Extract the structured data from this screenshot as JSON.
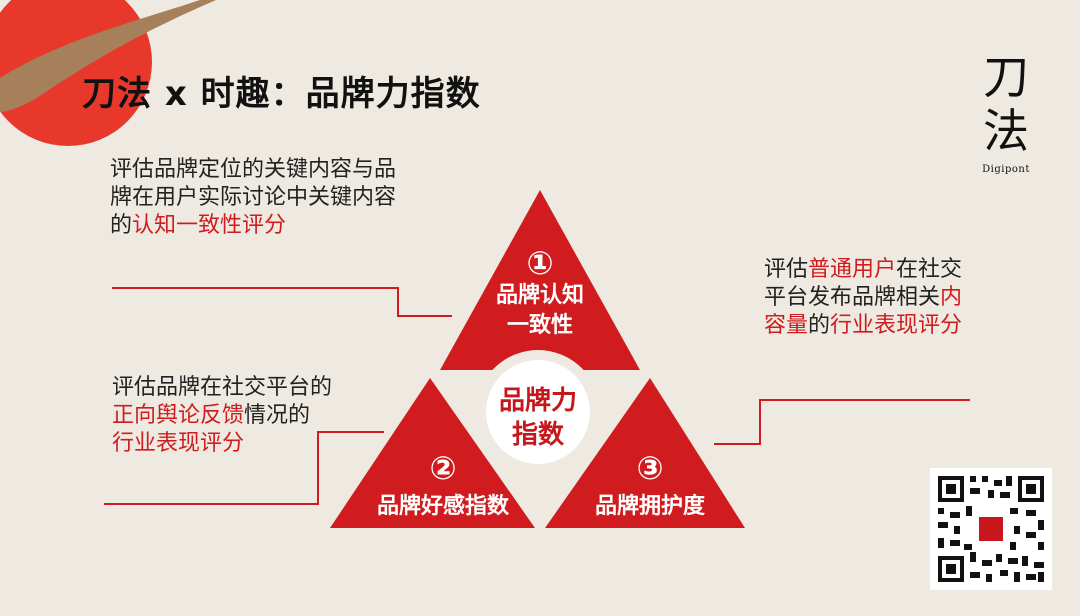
{
  "header": {
    "title": "刀法 x 时趣：品牌力指数"
  },
  "brand": {
    "logo_line1": "刀",
    "logo_line2": "法",
    "logo_en": "Digipont"
  },
  "colors": {
    "accent_red": "#d01c1f",
    "center_red": "#c8161d",
    "background": "#efeae1"
  },
  "diagram": {
    "center_label": [
      "品牌力",
      "指数"
    ],
    "segments": [
      {
        "number": "①",
        "label_lines": [
          "品牌认知",
          "一致性"
        ]
      },
      {
        "number": "②",
        "label_lines": [
          "品牌好感指数"
        ]
      },
      {
        "number": "③",
        "label_lines": [
          "品牌拥护度"
        ]
      }
    ]
  },
  "descriptions": {
    "d1": {
      "plain": "评估品牌定位的关键内容与品牌在用户实际讨论中关键内容的",
      "highlight": "认知一致性",
      "after": "评分"
    },
    "d2": {
      "p1": "评估",
      "h1": "普通用户",
      "p2": "在社交平台发布品牌相关",
      "h2": "内容量",
      "p3": "的",
      "h3": "行业表现评分"
    },
    "d3": {
      "p1": "评估品牌在社交平台的",
      "h1": "正向舆论反馈",
      "p2": "情况的",
      "h2": "行业表现评分"
    }
  }
}
